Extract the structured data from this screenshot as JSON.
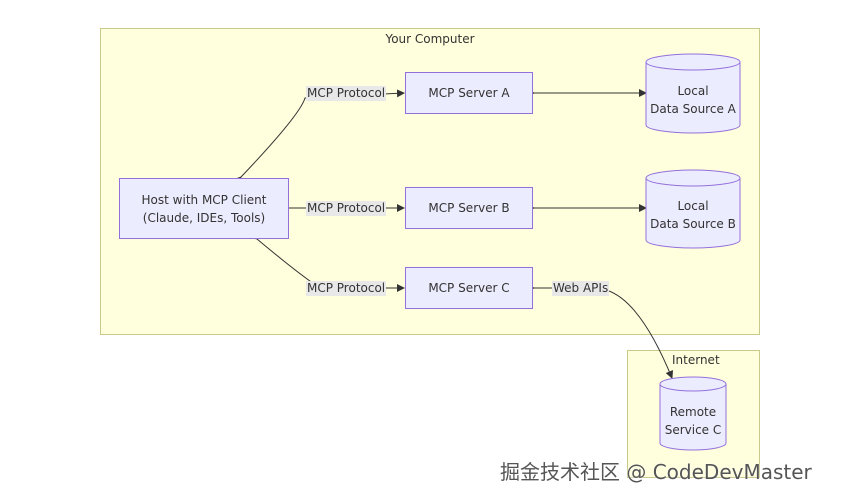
{
  "clusters": {
    "computer": "Your Computer",
    "internet": "Internet"
  },
  "nodes": {
    "host": [
      "Host with MCP Client",
      "(Claude, IDEs, Tools)"
    ],
    "server_a": "MCP Server A",
    "server_b": "MCP Server B",
    "server_c": "MCP Server C"
  },
  "databases": {
    "data_a": [
      "Local",
      "Data Source A"
    ],
    "data_b": [
      "Local",
      "Data Source B"
    ],
    "remote_c": [
      "Remote",
      "Service C"
    ]
  },
  "edge_labels": {
    "protocol_a": "MCP Protocol",
    "protocol_b": "MCP Protocol",
    "protocol_c": "MCP Protocol",
    "web_apis": "Web APIs"
  },
  "watermark": "掘金技术社区 @ CodeDevMaster",
  "colors": {
    "cluster_fill": "#ffffdd",
    "node_fill": "#ececff",
    "node_border": "#9370db",
    "edge": "#333333"
  }
}
